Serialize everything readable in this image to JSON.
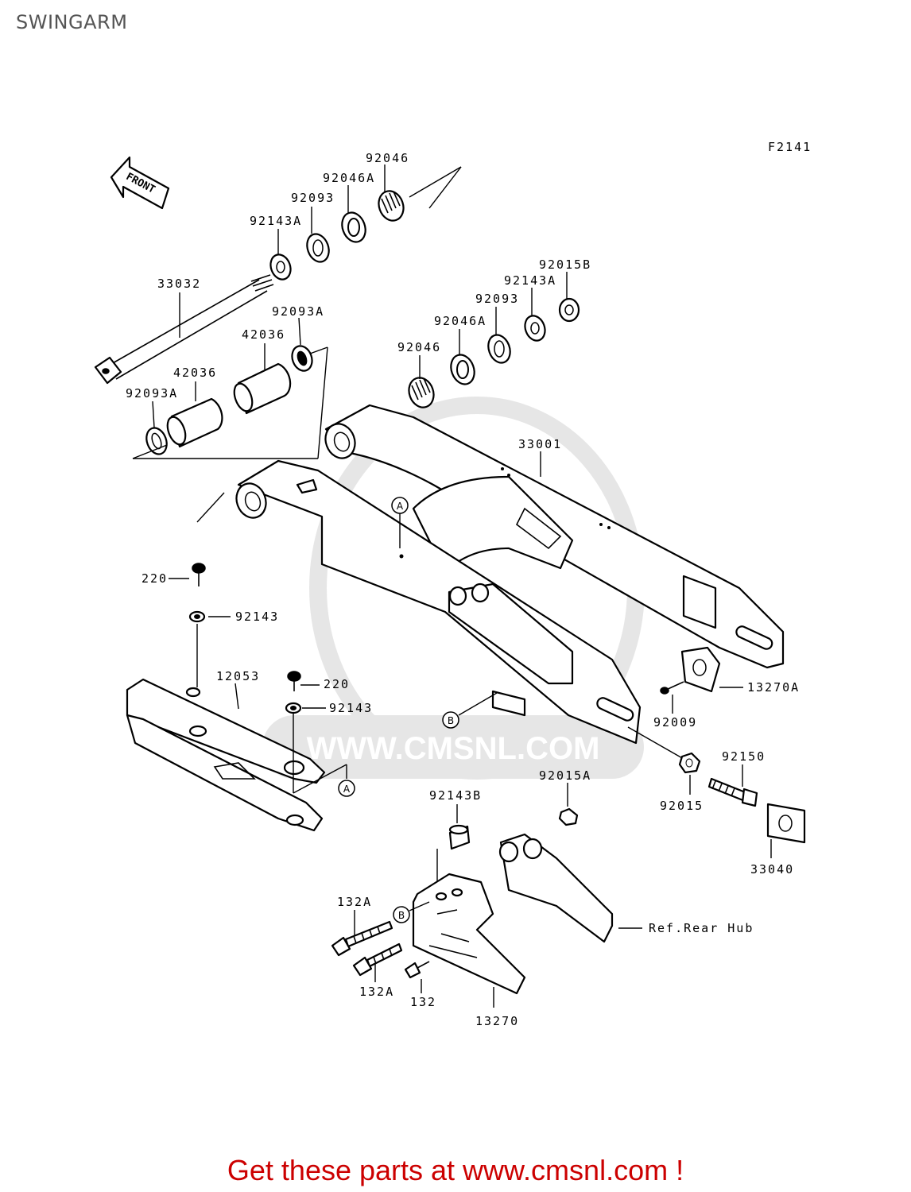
{
  "page": {
    "title": "SWINGARM"
  },
  "figure": {
    "ref": "F2141",
    "front_label": "FRONT",
    "watermark": "WWW.CMSNL.COM"
  },
  "labels": {
    "p92046_top": "92046",
    "p92046A_top": "92046A",
    "p92093_top": "92093",
    "p92143A_top": "92143A",
    "p33032": "33032",
    "p92093A_mid": "92093A",
    "p42036_mid": "42036",
    "p42036_low": "42036",
    "p92093A_low": "92093A",
    "p92015B": "92015B",
    "p92143A_right": "92143A",
    "p92093_right": "92093",
    "p92046A_right": "92046A",
    "p92046_right": "92046",
    "p33001": "33001",
    "p220_top": "220",
    "p92143_top": "92143",
    "p12053": "12053",
    "p220_mid": "220",
    "p92143_mid": "92143",
    "p13270A": "13270A",
    "p92009": "92009",
    "p92150": "92150",
    "p92015": "92015",
    "p33040": "33040",
    "p92015A": "92015A",
    "p92143B": "92143B",
    "p132A_top": "132A",
    "p132A_low": "132A",
    "p132": "132",
    "p13270": "13270",
    "ref_rear_hub": "Ref.Rear Hub",
    "mark_A1": "A",
    "mark_A2": "A",
    "mark_B1": "B",
    "mark_B2": "B"
  },
  "footer": {
    "text": "Get these parts at www.cmsnl.com !"
  }
}
